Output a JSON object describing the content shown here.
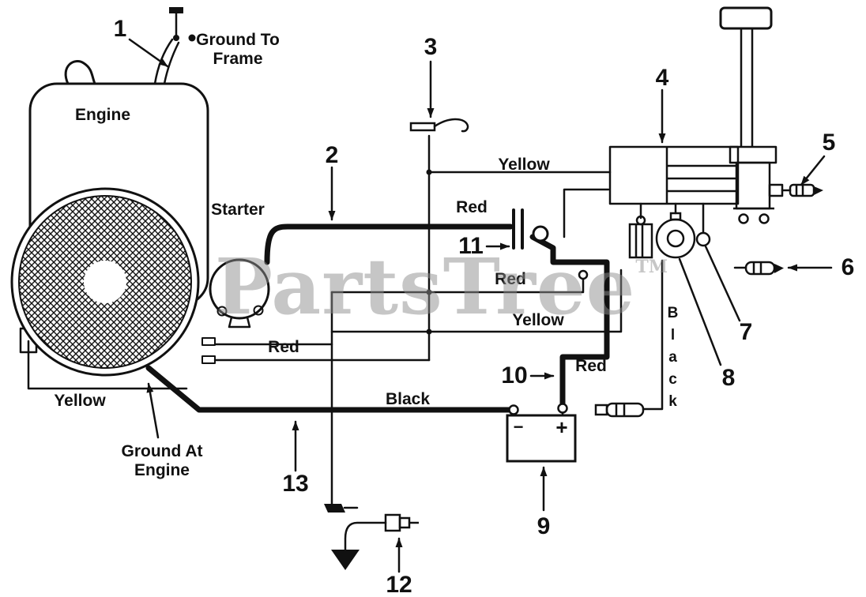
{
  "diagram": {
    "title_watermark": {
      "text": "PartsTree",
      "tm": "TM"
    },
    "components": {
      "engine": "Engine",
      "starter": "Starter"
    },
    "annotations": {
      "ground_to_frame": [
        "Ground To",
        "Frame"
      ],
      "ground_at_engine": [
        "Ground At",
        "Engine"
      ]
    },
    "wire_labels": {
      "yellow_top": "Yellow",
      "red_top": "Red",
      "red_mid": "Red",
      "yellow_mid": "Yellow",
      "red_battery": "Red",
      "red_left": "Red",
      "yellow_left": "Yellow",
      "black_bottom": "Black",
      "black_vertical": "Black"
    },
    "battery": {
      "negative": "−",
      "positive": "+"
    },
    "callouts": {
      "c1": "1",
      "c2": "2",
      "c3": "3",
      "c4": "4",
      "c5": "5",
      "c6": "6",
      "c7": "7",
      "c8": "8",
      "c9": "9",
      "c10": "10",
      "c11": "11",
      "c12": "12",
      "c13": "13"
    },
    "colors": {
      "ink": "#111111",
      "watermark": "#8e8e8e",
      "background": "#ffffff"
    }
  }
}
